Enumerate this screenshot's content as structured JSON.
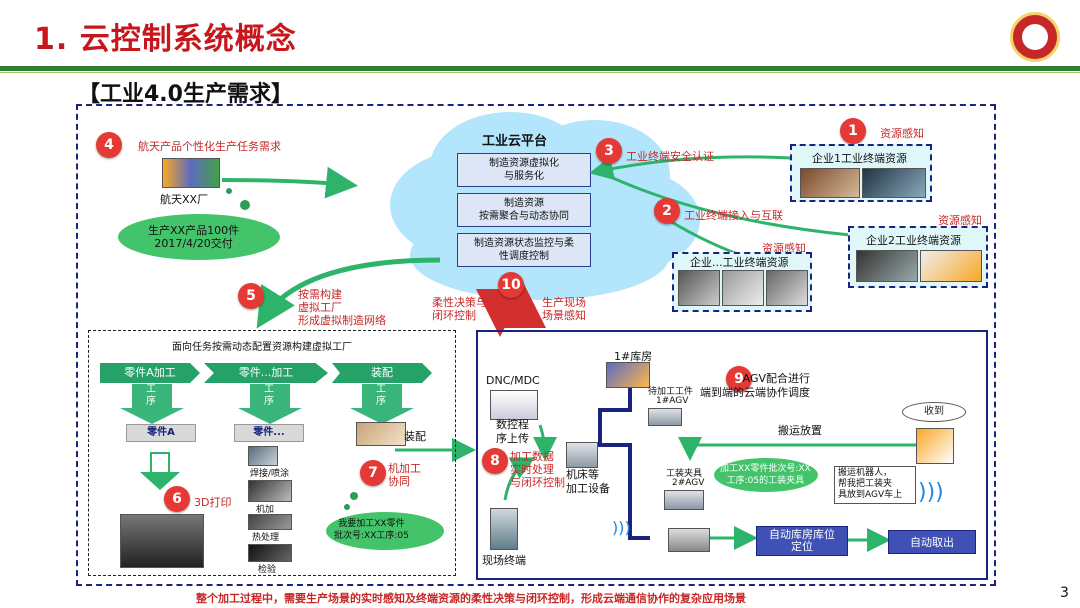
{
  "slide": {
    "title": "1. 云控制系统概念",
    "subtitle": "【工业4.0生产需求】",
    "page_number": "3",
    "footer": "整个加工过程中，需要生产场景的实时感知及终端资源的柔性决策与闭环控制，形成云端通信协作的复杂应用场景"
  },
  "cloud": {
    "title": "工业云平台",
    "boxes": [
      "制造资源虚拟化\n与服务化",
      "制造资源\n按需聚合与动态协同",
      "制造资源状态监控与柔\n性调度控制"
    ]
  },
  "markers": [
    "1",
    "2",
    "3",
    "4",
    "5",
    "6",
    "7",
    "8",
    "9",
    "10"
  ],
  "labels": {
    "m1": "资源感知",
    "m2": "工业终端接入与互联",
    "m3": "工业终端安全认证",
    "m4": "航天产品个性化生产任务需求",
    "factory": "航天XX厂",
    "order": "生产XX产品100件\n2017/4/20交付",
    "m5": "按需构建\n虚拟工厂\n形成虚拟制造网络",
    "m10_left": "柔性决策与\n闭环控制",
    "m10_right": "生产现场\n场景感知",
    "ent1": "企业1工业终端资源",
    "ent2": "企业2工业终端资源",
    "ent2_tag": "资源感知",
    "ent3": "企业...工业终端资源",
    "ent3_tag": "资源感知"
  },
  "left_panel": {
    "title": "面向任务按需动态配置资源构建虚拟工厂",
    "steps": [
      "零件A加工",
      "零件...加工",
      "装配"
    ],
    "step_tag": "工\n序",
    "results": [
      "零件A",
      "零件..."
    ],
    "assembly": "装配",
    "m6": "3D打印",
    "processes": [
      "焊接/喷涂",
      "机加",
      "热处理",
      "检验"
    ],
    "m7": "机加工\n协同",
    "bubble": "我要加工XX零件\n批次号:XX工序:05"
  },
  "right_panel": {
    "dnc": "DNC/MDC",
    "upload": "数控程\n序上传",
    "m8": "加工数据\n实时处理\n与闭环控制",
    "machine": "机床等\n加工设备",
    "terminal": "现场终端",
    "warehouse": "1#库房",
    "wait_part": "待加工工件",
    "agv1": "1#AGV",
    "m9": "AGV配合进行\n端到端的云端协作调度",
    "move": "搬运放置",
    "receive": "收到",
    "fixture": "工装夹具",
    "agv2": "2#AGV",
    "msg": "加工XX零件批次号:XX\n工序:05的工装夹具",
    "robot_msg": "搬运机器人，\n帮我把工装夹\n具放到AGV车上",
    "warehouse_pos": "自动库房库位\n定位",
    "auto_take": "自动取出"
  },
  "colors": {
    "accent": "#c8161d",
    "green": "#26a269",
    "navy": "#1a237e",
    "cloud": "#b3e5fc"
  }
}
